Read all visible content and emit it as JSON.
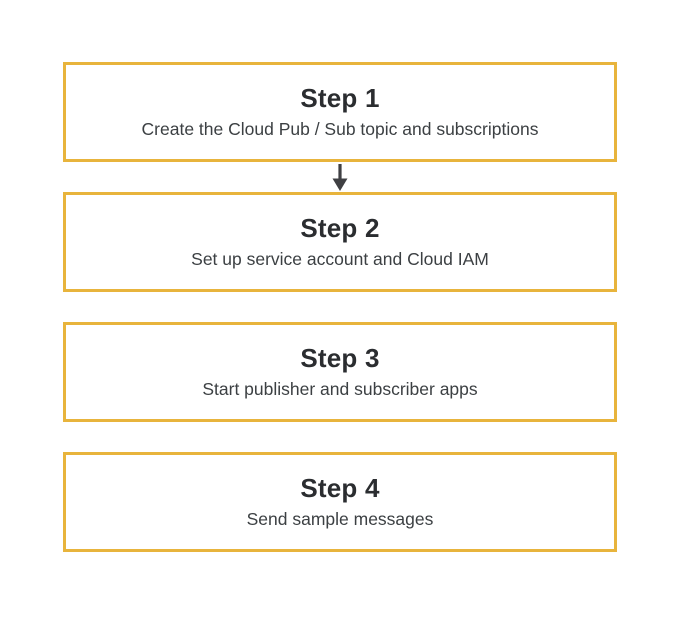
{
  "diagram": {
    "type": "flowchart",
    "steps": [
      {
        "label": "Step 1",
        "description": "Create the Cloud Pub / Sub topic and subscriptions"
      },
      {
        "label": "Step 2",
        "description": "Set up service account and Cloud IAM"
      },
      {
        "label": "Step 3",
        "description": "Start publisher and subscriber apps"
      },
      {
        "label": "Step 4",
        "description": "Send sample messages"
      }
    ],
    "connectors": [
      {
        "from": "Step 1",
        "to": "Step 2",
        "icon": "arrow-down-icon"
      }
    ],
    "colors": {
      "box_border": "#E8B43C",
      "heading_text": "#2B2D30",
      "description_text": "#3C4043",
      "arrow": "#3F4043",
      "background": "#FFFFFF"
    }
  }
}
